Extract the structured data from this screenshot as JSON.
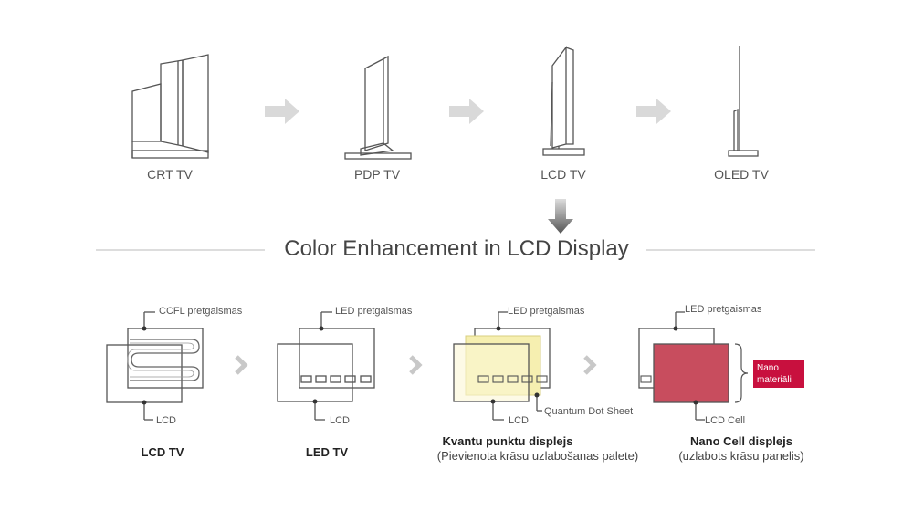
{
  "evolution": {
    "tv_types": [
      "CRT TV",
      "PDP TV",
      "LCD TV",
      "OLED TV"
    ]
  },
  "section_title": "Color Enhancement in LCD Display",
  "panels": [
    {
      "backlight": "CCFL pretgaismas",
      "cell": "LCD",
      "title": "LCD TV",
      "subtitle": ""
    },
    {
      "backlight": "LED pretgaismas",
      "cell": "LCD",
      "title": "LED TV",
      "subtitle": ""
    },
    {
      "backlight": "LED pretgaismas",
      "cell": "LCD",
      "extra": "Quantum Dot Sheet",
      "title": "Kvantu punktu displejs",
      "subtitle": "(Pievienota krāsu uzlabošanas palete)"
    },
    {
      "backlight": "LED pretgaismas",
      "cell": "LCD Cell",
      "title": "Nano Cell displejs",
      "subtitle": "(uzlabots krāsu panelis)",
      "badge": "Nano materiāli"
    }
  ],
  "colors": {
    "line": "#555555",
    "arrow": "#d9d9d9",
    "quantum_dot": "#f6efb0",
    "nano_cell": "#c84d5e",
    "badge": "#c8103e"
  }
}
